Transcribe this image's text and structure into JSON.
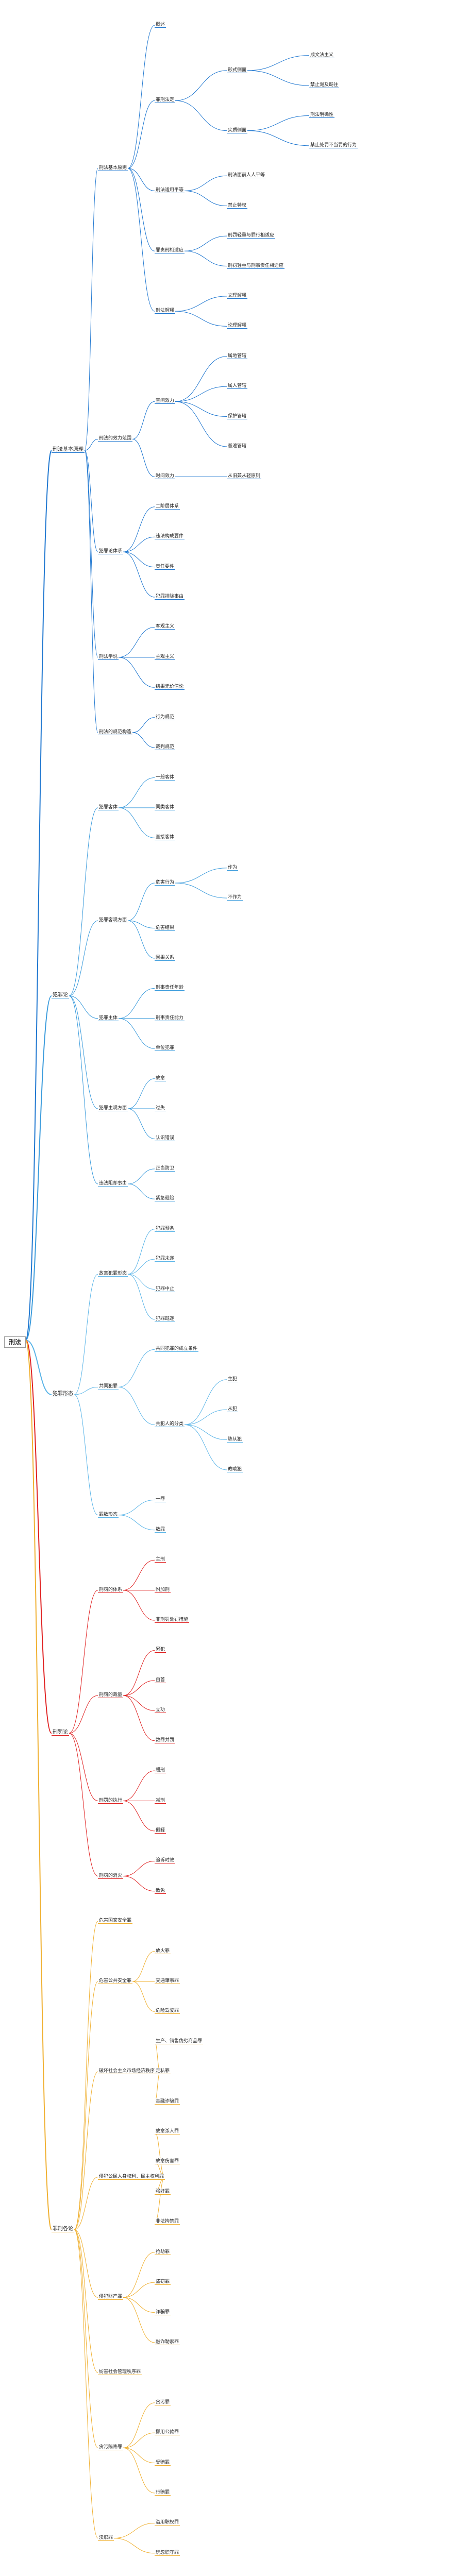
{
  "root": {
    "label": "刑法",
    "children": [
      {
        "label": "刑法基本原理",
        "color": "#1f77d0",
        "children": [
          {
            "label": "刑法基本原则",
            "children": [
              {
                "label": "概述"
              },
              {
                "label": "罪刑法定",
                "children": [
                  {
                    "label": "形式侧面",
                    "children": [
                      {
                        "label": "成文法主义"
                      },
                      {
                        "label": "禁止溯及既往"
                      }
                    ]
                  },
                  {
                    "label": "实质侧面",
                    "children": [
                      {
                        "label": "刑法明确性"
                      },
                      {
                        "label": "禁止处罚不当罚的行为"
                      }
                    ]
                  }
                ]
              },
              {
                "label": "刑法适用平等",
                "children": [
                  {
                    "label": "刑法面前人人平等"
                  },
                  {
                    "label": "禁止特权"
                  }
                ]
              },
              {
                "label": "罪责刑相适应",
                "children": [
                  {
                    "label": "刑罚轻重与罪行相适应"
                  },
                  {
                    "label": "刑罚轻重与刑事责任相适应"
                  }
                ]
              },
              {
                "label": "刑法解释",
                "children": [
                  {
                    "label": "文理解释"
                  },
                  {
                    "label": "论理解释"
                  }
                ]
              }
            ]
          },
          {
            "label": "刑法的效力范围",
            "children": [
              {
                "label": "空间效力",
                "children": [
                  {
                    "label": "属地管辖"
                  },
                  {
                    "label": "属人管辖"
                  },
                  {
                    "label": "保护管辖"
                  },
                  {
                    "label": "普遍管辖"
                  }
                ]
              },
              {
                "label": "时间效力",
                "children": [
                  {
                    "label": "从旧兼从轻原则"
                  }
                ]
              }
            ]
          },
          {
            "label": "犯罪论体系",
            "children": [
              {
                "label": "二阶层体系"
              },
              {
                "label": "违法构成要件"
              },
              {
                "label": "责任要件"
              },
              {
                "label": "犯罪排除事由"
              }
            ]
          },
          {
            "label": "刑法学说",
            "children": [
              {
                "label": "客观主义"
              },
              {
                "label": "主观主义"
              },
              {
                "label": "结果无价值论"
              }
            ]
          },
          {
            "label": "刑法的规范构造",
            "children": [
              {
                "label": "行为规范"
              },
              {
                "label": "裁判规范"
              }
            ]
          }
        ]
      },
      {
        "label": "犯罪论",
        "color": "#3a9bdc",
        "children": [
          {
            "label": "犯罪客体",
            "children": [
              {
                "label": "一般客体"
              },
              {
                "label": "同类客体"
              },
              {
                "label": "直接客体"
              }
            ]
          },
          {
            "label": "犯罪客观方面",
            "children": [
              {
                "label": "危害行为",
                "children": [
                  {
                    "label": "作为"
                  },
                  {
                    "label": "不作为"
                  }
                ]
              },
              {
                "label": "危害结果"
              },
              {
                "label": "因果关系"
              }
            ]
          },
          {
            "label": "犯罪主体",
            "children": [
              {
                "label": "刑事责任年龄"
              },
              {
                "label": "刑事责任能力"
              },
              {
                "label": "单位犯罪"
              }
            ]
          },
          {
            "label": "犯罪主观方面",
            "children": [
              {
                "label": "故意"
              },
              {
                "label": "过失"
              },
              {
                "label": "认识错误"
              }
            ]
          },
          {
            "label": "违法阻却事由",
            "children": [
              {
                "label": "正当防卫"
              },
              {
                "label": "紧急避险"
              }
            ]
          }
        ]
      },
      {
        "label": "犯罪形态",
        "color": "#5bb5e8",
        "children": [
          {
            "label": "故意犯罪形态",
            "children": [
              {
                "label": "犯罪预备"
              },
              {
                "label": "犯罪未遂"
              },
              {
                "label": "犯罪中止"
              },
              {
                "label": "犯罪既遂"
              }
            ]
          },
          {
            "label": "共同犯罪",
            "children": [
              {
                "label": "共同犯罪的成立条件"
              },
              {
                "label": "共犯人的分类",
                "children": [
                  {
                    "label": "主犯"
                  },
                  {
                    "label": "从犯"
                  },
                  {
                    "label": "胁从犯"
                  },
                  {
                    "label": "教唆犯"
                  }
                ]
              }
            ]
          },
          {
            "label": "罪数形态",
            "children": [
              {
                "label": "一罪"
              },
              {
                "label": "数罪"
              }
            ]
          }
        ]
      },
      {
        "label": "刑罚论",
        "color": "#e02020",
        "children": [
          {
            "label": "刑罚的体系",
            "children": [
              {
                "label": "主刑"
              },
              {
                "label": "附加刑"
              },
              {
                "label": "非刑罚处罚措施"
              }
            ]
          },
          {
            "label": "刑罚的裁量",
            "children": [
              {
                "label": "累犯"
              },
              {
                "label": "自首"
              },
              {
                "label": "立功"
              },
              {
                "label": "数罪并罚"
              }
            ]
          },
          {
            "label": "刑罚的执行",
            "children": [
              {
                "label": "缓刑"
              },
              {
                "label": "减刑"
              },
              {
                "label": "假释"
              }
            ]
          },
          {
            "label": "刑罚的消灭",
            "children": [
              {
                "label": "追诉时效"
              },
              {
                "label": "赦免"
              }
            ]
          }
        ]
      },
      {
        "label": "罪刑各论",
        "color": "#f0b030",
        "children": [
          {
            "label": "危害国家安全罪"
          },
          {
            "label": "危害公共安全罪",
            "children": [
              {
                "label": "放火罪"
              },
              {
                "label": "交通肇事罪"
              },
              {
                "label": "危险驾驶罪"
              }
            ]
          },
          {
            "label": "破坏社会主义市场经济秩序罪",
            "children": [
              {
                "label": "生产、销售伪劣商品罪"
              },
              {
                "label": "走私罪"
              },
              {
                "label": "金融诈骗罪"
              }
            ]
          },
          {
            "label": "侵犯公民人身权利、民主权利罪",
            "children": [
              {
                "label": "故意杀人罪"
              },
              {
                "label": "故意伤害罪"
              },
              {
                "label": "强奸罪"
              },
              {
                "label": "非法拘禁罪"
              }
            ]
          },
          {
            "label": "侵犯财产罪",
            "children": [
              {
                "label": "抢劫罪"
              },
              {
                "label": "盗窃罪"
              },
              {
                "label": "诈骗罪"
              },
              {
                "label": "敲诈勒索罪"
              }
            ]
          },
          {
            "label": "妨害社会管理秩序罪"
          },
          {
            "label": "贪污贿赂罪",
            "children": [
              {
                "label": "贪污罪"
              },
              {
                "label": "挪用公款罪"
              },
              {
                "label": "受贿罪"
              },
              {
                "label": "行贿罪"
              }
            ]
          },
          {
            "label": "渎职罪",
            "children": [
              {
                "label": "滥用职权罪"
              },
              {
                "label": "玩忽职守罪"
              }
            ]
          }
        ]
      }
    ]
  }
}
